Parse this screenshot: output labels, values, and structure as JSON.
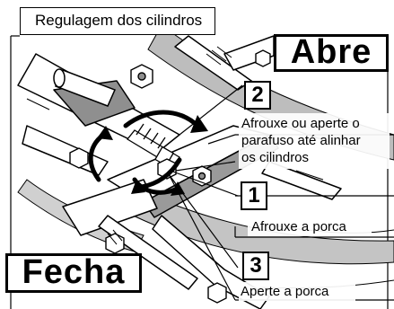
{
  "title": "Regulagem dos cilindros",
  "labels": {
    "open": "Abre",
    "close": "Fecha"
  },
  "steps": [
    {
      "number": "1",
      "text": "Afrouxe a porca"
    },
    {
      "number": "2",
      "lines": [
        "Afrouxe ou aperte o",
        "parafuso até alinhar",
        "os cilindros"
      ]
    },
    {
      "number": "3",
      "text": "Aperte a porca"
    }
  ],
  "colors": {
    "ink": "#000000",
    "paper": "#ffffff",
    "shade": "#bdbdbd",
    "mid": "#8f8f8f"
  }
}
